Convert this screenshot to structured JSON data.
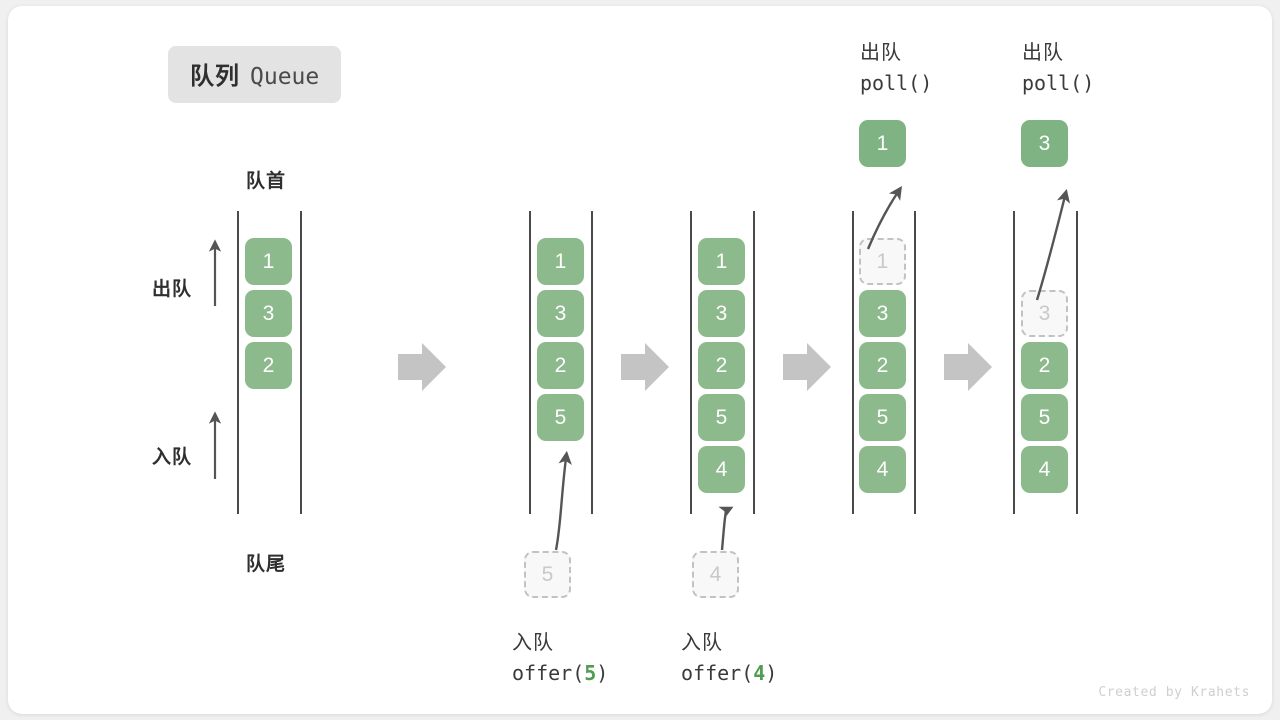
{
  "title": {
    "cn": "队列",
    "en": "Queue"
  },
  "labels": {
    "head": "队首",
    "tail": "队尾",
    "dequeue_side": "出队",
    "enqueue_side": "入队"
  },
  "colors": {
    "element_green": "#8cba8c",
    "ghost_gray": "#c9c9c9",
    "rail_gray": "#4a4a4a",
    "arrow_gray": "#c4c4c4",
    "badge_bg": "#e3e3e3",
    "code_accent": "#4f9c52"
  },
  "watermark": "Created by Krahets",
  "steps": [
    {
      "id": "initial",
      "elements": [
        "1",
        "3",
        "2"
      ],
      "ghost": null,
      "ejected": null,
      "op_cn": null,
      "op_code": null
    },
    {
      "id": "after-offer-5",
      "elements": [
        "1",
        "3",
        "2",
        "5"
      ],
      "ghost": {
        "value": "5",
        "position": "below"
      },
      "ejected": null,
      "op_cn": "入队",
      "op_code_prefix": "offer(",
      "op_code_num": "5",
      "op_code_suffix": ")"
    },
    {
      "id": "after-offer-4",
      "elements": [
        "1",
        "3",
        "2",
        "5",
        "4"
      ],
      "ghost": {
        "value": "4",
        "position": "below"
      },
      "ejected": null,
      "op_cn": "入队",
      "op_code_prefix": "offer(",
      "op_code_num": "4",
      "op_code_suffix": ")"
    },
    {
      "id": "after-poll-1",
      "elements": [
        "3",
        "2",
        "5",
        "4"
      ],
      "ghost": {
        "value": "1",
        "position": "slot0"
      },
      "ejected": "1",
      "op_cn": "出队",
      "op_code_prefix": "poll(",
      "op_code_num": "",
      "op_code_suffix": ")"
    },
    {
      "id": "after-poll-3",
      "elements": [
        "2",
        "5",
        "4"
      ],
      "ghost": {
        "value": "3",
        "position": "slot1"
      },
      "ejected": "3",
      "op_cn": "出队",
      "op_code_prefix": "poll(",
      "op_code_num": "",
      "op_code_suffix": ")"
    }
  ],
  "flow_arrows": 4
}
